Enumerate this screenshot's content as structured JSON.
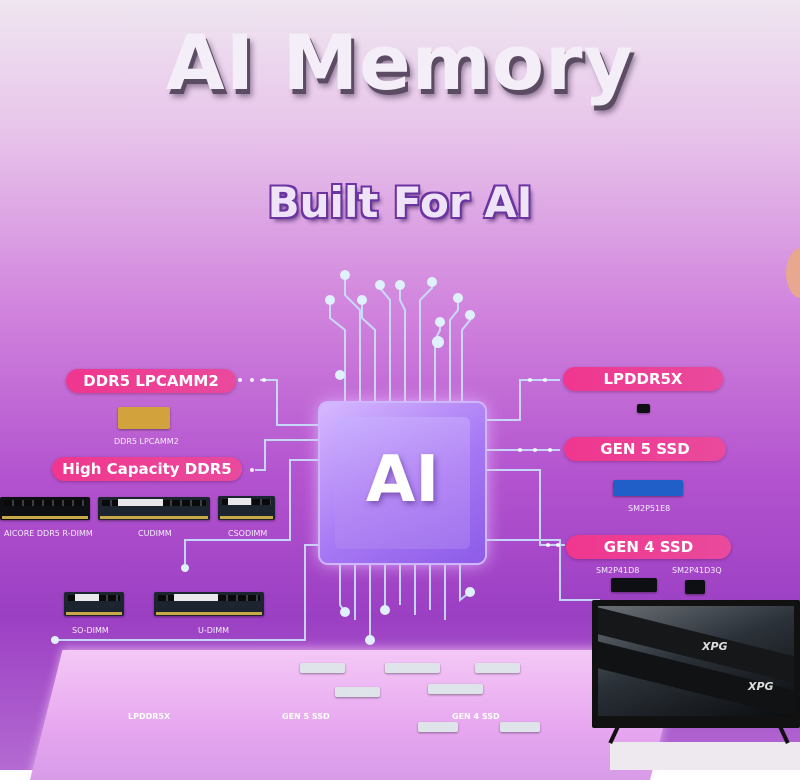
{
  "title": "AI Memory",
  "subtitle": "Built For AI",
  "chip_label": "AI",
  "left_categories": [
    {
      "label": "DDR5 LPCAMM2"
    },
    {
      "label": "High Capacity DDR5"
    }
  ],
  "right_categories": [
    {
      "label": "LPDDR5X"
    },
    {
      "label": "GEN 5 SSD"
    },
    {
      "label": "GEN 4 SSD"
    }
  ],
  "product_captions": {
    "lpcamm2": "DDR5 LPCAMM2",
    "rdimm": "AICORE DDR5 R-DIMM",
    "cudimm": "CUDIMM",
    "csodimm": "CSODIMM",
    "sodimm": "SO-DIMM",
    "udimm": "U-DIMM",
    "gen5": "SM2P51E8",
    "gen4a": "SM2P41D8",
    "gen4b": "SM2P41D3Q"
  },
  "table_labels": {
    "lpddr5x": "LPDDR5X",
    "gen5": "GEN 5 SSD",
    "gen4": "GEN 4 SSD"
  },
  "monitor": {
    "screen_brand_1": "XPG",
    "screen_brand_2": "XPG"
  },
  "colors": {
    "pill": "#f0368e",
    "chip": "#a778f4",
    "background_top": "#efe6f0",
    "background_bottom": "#9b3fc3"
  }
}
